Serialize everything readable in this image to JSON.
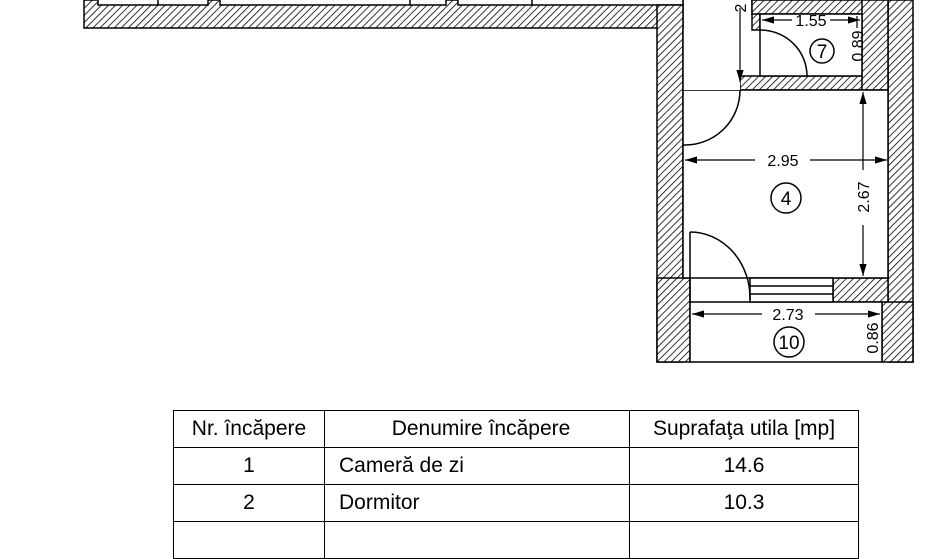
{
  "plan": {
    "rooms": [
      {
        "number": "7",
        "width": "1.55",
        "height": "0.89"
      },
      {
        "number": "4",
        "width": "2.95",
        "height": "2.67"
      },
      {
        "number": "10",
        "width": "2.73",
        "height": "0.86"
      }
    ],
    "partial_dimension": "2"
  },
  "table": {
    "headers": [
      "Nr. încăpere",
      "Denumire încăpere",
      "Suprafaţa utila [mp]"
    ],
    "rows": [
      [
        "1",
        "Cameră de zi",
        "14.6"
      ],
      [
        "2",
        "Dormitor",
        "10.3"
      ],
      [
        "",
        "",
        ""
      ]
    ]
  }
}
